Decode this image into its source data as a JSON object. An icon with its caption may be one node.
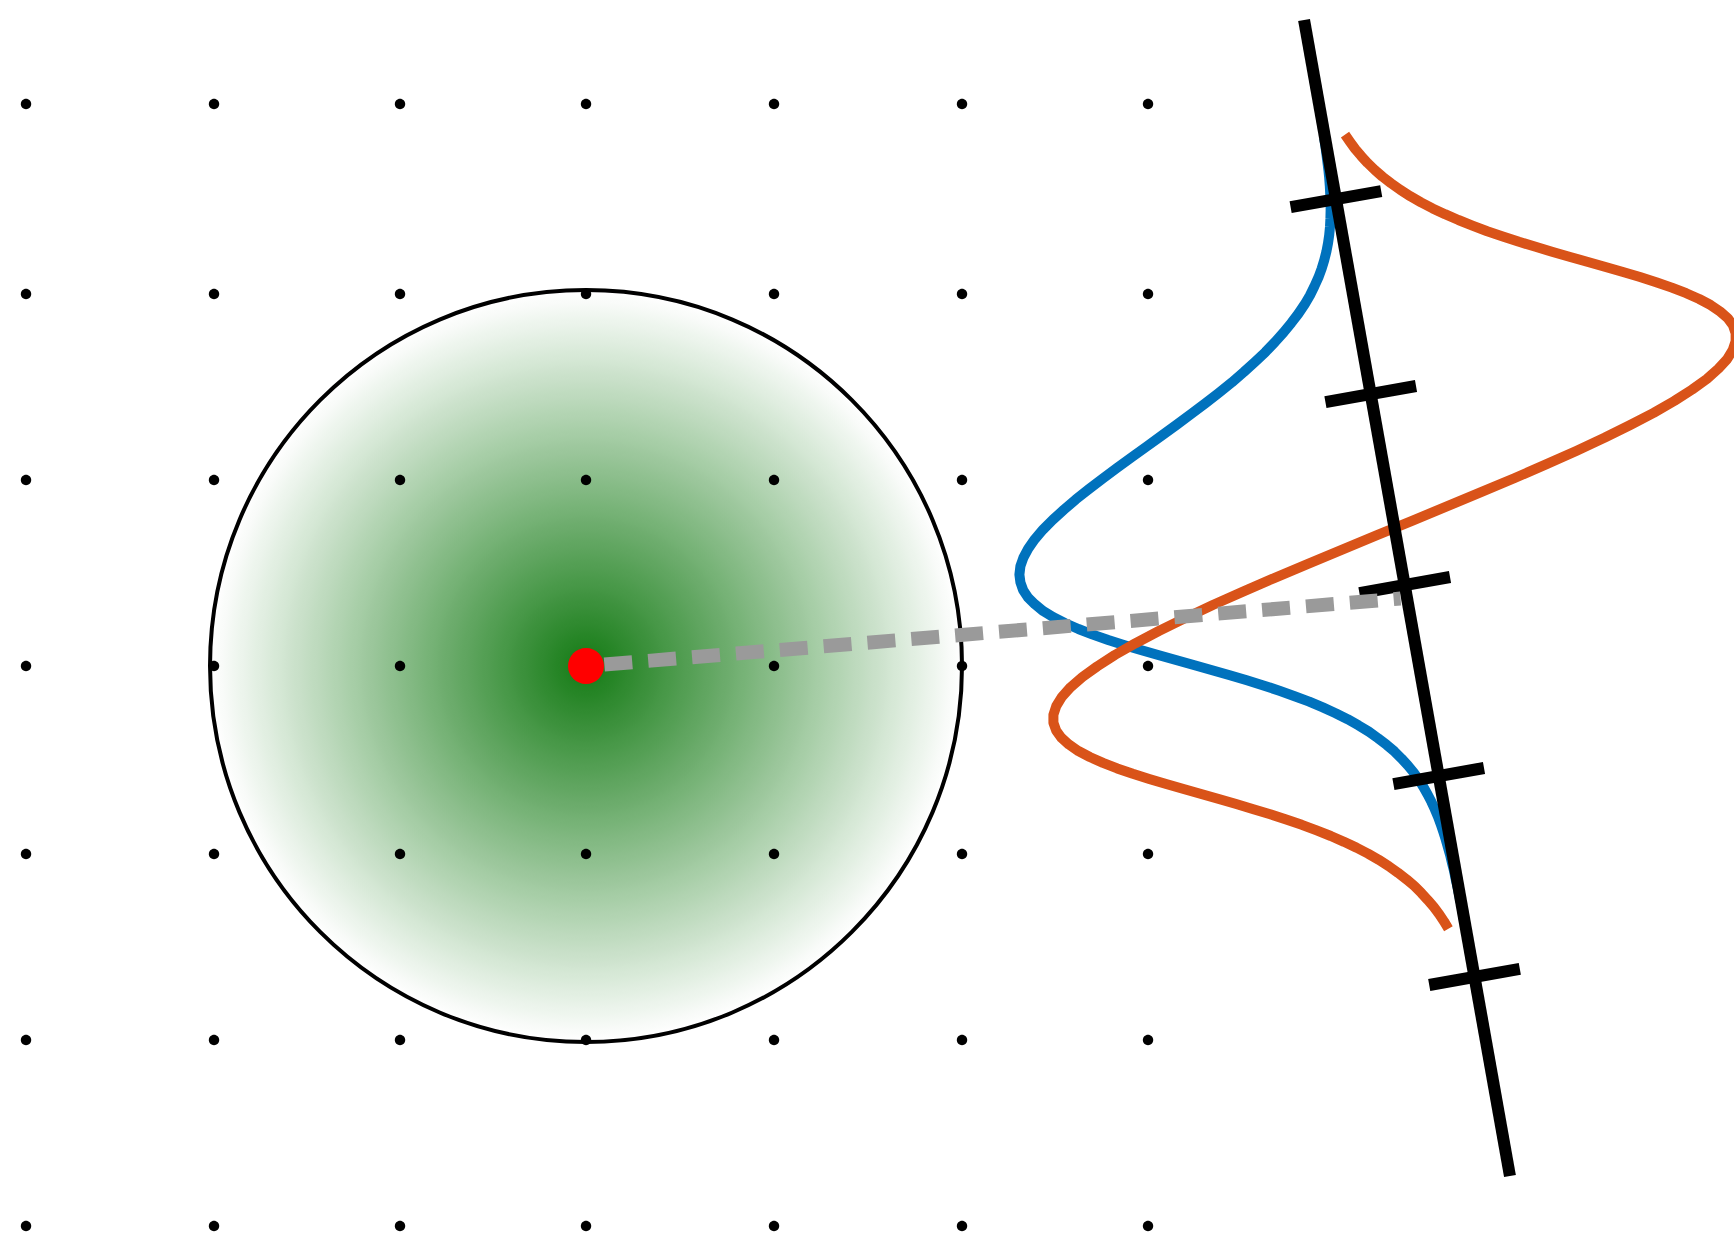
{
  "diagram": {
    "nodes": [
      {
        "text": [],
        "shape": "circle"
      },
      {
        "text": [],
        "shape": "circle",
        "in": 0
      },
      {
        "text": [],
        "shape": "bar"
      }
    ],
    "edges": [
      {
        "from": 1,
        "to": 2,
        "arrow": "none",
        "style": "dashed",
        "color": "#9a9a9a"
      }
    ]
  }
}
